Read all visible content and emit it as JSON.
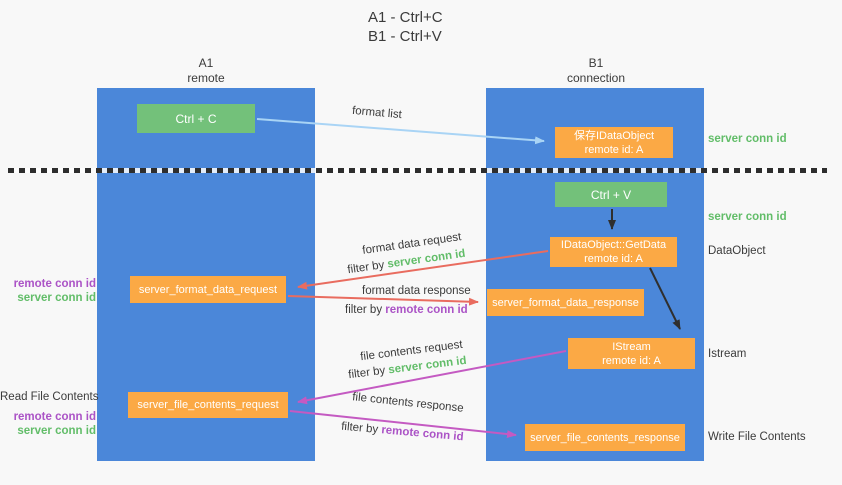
{
  "title": {
    "line1": "A1 - Ctrl+C",
    "line2": "B1 - Ctrl+V"
  },
  "lifelines": {
    "left": {
      "name": "A1",
      "role": "remote"
    },
    "right": {
      "name": "B1",
      "role": "connection"
    }
  },
  "nodes": {
    "ctrl_c": {
      "label": "Ctrl + C"
    },
    "ctrl_v": {
      "label": "Ctrl + V"
    },
    "save_idataobject": {
      "line1": "保存IDataObject",
      "line2": "remote id: A"
    },
    "getdata": {
      "line1": "IDataObject::GetData",
      "line2": "remote id: A"
    },
    "istream": {
      "line1": "IStream",
      "line2": "remote id: A"
    },
    "server_format_data_request": {
      "label": "server_format_data_request"
    },
    "server_format_data_response": {
      "label": "server_format_data_response"
    },
    "server_file_contents_request": {
      "label": "server_file_contents_request"
    },
    "server_file_contents_response": {
      "label": "server_file_contents_response"
    }
  },
  "annotations": {
    "server_conn_id": "server conn id",
    "remote_conn_id": "remote conn id",
    "dataobject": "DataObject",
    "istream": "Istream",
    "read_file_contents": "Read File Contents",
    "write_file_contents": "Write File Contents",
    "filter_by": "filter by"
  },
  "arrows": {
    "format_list": "format list",
    "format_data_request": "format data request",
    "format_data_response": "format data response",
    "file_contents_request": "file contents request",
    "file_contents_response": "file contents response"
  },
  "colors": {
    "lifeline_blue": "#4b87d9",
    "action_green": "#73c17a",
    "message_orange": "#fba945",
    "server_conn_green": "#62bd69",
    "remote_conn_purple": "#ab53c6",
    "request_red": "#e96c5f",
    "contents_magenta": "#c45ac2",
    "format_list_blue": "#a9d4f5",
    "black_arrow": "#2f2f2f"
  }
}
